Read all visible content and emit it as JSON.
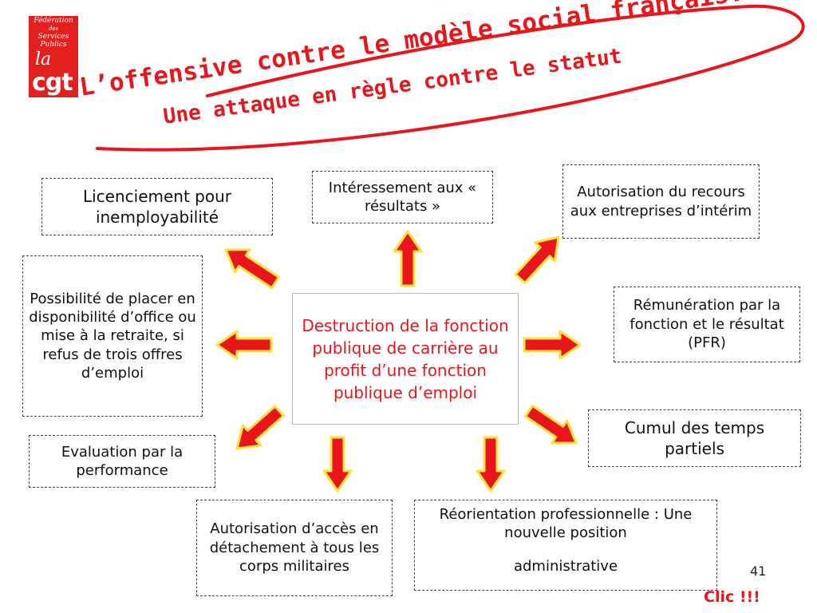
{
  "logo": {
    "line1": "Fédération",
    "line2": "des",
    "line3": "Services Publics",
    "la": "la",
    "cgt": "cgt"
  },
  "title": {
    "line1": "L’offensive contre le modèle social français.",
    "line2": "Une attaque en règle contre le statut"
  },
  "center": "Destruction de la fonction publique de carrière au profit d’une fonction publique d’emploi",
  "boxes": {
    "licenciement": "Licenciement pour inemployabilité",
    "interessement": "Intéressement aux « résultats »",
    "interim": "Autorisation du recours aux entreprises d’intérim",
    "disponibilite": "Possibilité de placer en disponibilité d’office ou mise à la retraite, si refus de trois offres d’emploi",
    "remuneration": "Rémunération par la fonction et le résultat (PFR)",
    "evaluation": "Evaluation par la performance",
    "cumul": "Cumul des temps partiels",
    "detachement": "Autorisation d’accès en détachement à tous les corps militaires",
    "reorientation_1": "Réorientation professionnelle : Une nouvelle position",
    "reorientation_2": "administrative"
  },
  "slide_number": "41",
  "clic": "Clic !!!",
  "colors": {
    "accent_red": "#e8161b",
    "arrow_fill": "#e8161b",
    "arrow_stroke": "#f5e33a",
    "logo_red": "#e3201e"
  }
}
